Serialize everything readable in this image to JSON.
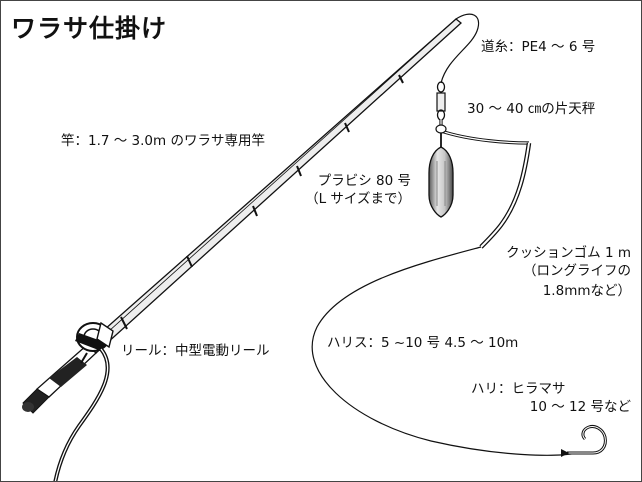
{
  "title": "ワラサ仕掛け",
  "labels": {
    "main_line": "道糸：PE4 ～ 6 号",
    "tenbin": "30 ～ 40 ㎝の片天秤",
    "rod": "竿：1.7 ～ 3.0m のワラサ専用竿",
    "sinker_1": "プラビシ 80 号",
    "sinker_2": "（L サイズまで）",
    "cushion_1": "クッションゴム 1 m",
    "cushion_2": "（ロングライフの",
    "cushion_3": "1.8mmなど）",
    "reel": "リール：中型電動リール",
    "harisu": "ハリス：5 ~10 号 4.5 ～ 10m",
    "hook_1": "ハリ：ヒラマサ",
    "hook_2": "10 ～ 12 号など"
  },
  "colors": {
    "line": "#111111",
    "sinker": "#9a9a9a",
    "frame": "#444444"
  }
}
